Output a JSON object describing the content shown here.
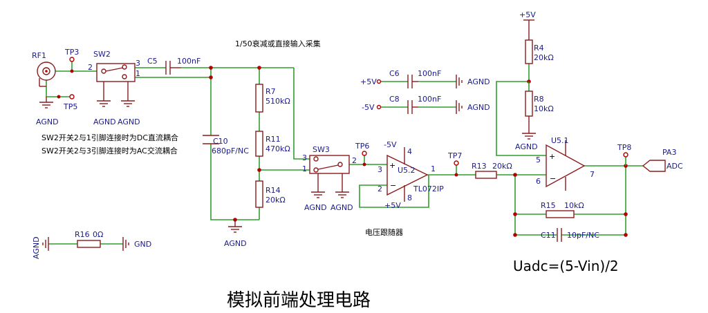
{
  "header_note": "1/50衰减或直接输入采集",
  "title": "模拟前端处理电路",
  "formula": "Uadc=(5-Vin)/2",
  "notes": {
    "dc": "SW2开关2与1引脚连接时为DC直流耦合",
    "ac": "SW2开关2与3引脚连接时为AC交流耦合",
    "follower": "电压跟随器"
  },
  "nets": {
    "agnd": "AGND",
    "gnd": "GND",
    "vplus": "+5V",
    "vminus": "-5V",
    "adc": "ADC"
  },
  "components": {
    "rf1": "RF1",
    "tp3": "TP3",
    "tp5": "TP5",
    "tp6": "TP6",
    "tp7": "TP7",
    "tp8": "TP8",
    "sw2": "SW2",
    "sw3": "SW3",
    "c5": "C5",
    "c5_val": "100nF",
    "c6": "C6",
    "c6_val": "100nF",
    "c8": "C8",
    "c8_val": "100nF",
    "c10": "C10",
    "c10_val": "680pF/NC",
    "c11": "C11",
    "c11_val": "10pF/NC",
    "r7": "R7",
    "r7_val": "510kΩ",
    "r11": "R11",
    "r11_val": "470kΩ",
    "r14": "R14",
    "r14_val": "20kΩ",
    "r4": "R4",
    "r4_val": "20kΩ",
    "r8": "R8",
    "r8_val": "10kΩ",
    "r13": "R13",
    "r13_val": "20kΩ",
    "r15": "R15",
    "r15_val": "10kΩ",
    "r16": "R16",
    "r16_val": "0Ω",
    "u52": "U5.2",
    "u52_part": "TL072IP",
    "u51": "U5.1",
    "pa3": "PA3"
  },
  "pins": {
    "sw2_1": "1",
    "sw2_2": "2",
    "sw2_3": "3",
    "sw3_1": "1",
    "sw3_2": "2",
    "sw3_3": "3",
    "u52_3": "3",
    "u52_2": "2",
    "u52_1": "1",
    "u52_4": "4",
    "u52_8": "8",
    "u51_5": "5",
    "u51_6": "6",
    "u51_7": "7"
  },
  "colors": {
    "wire": "#2e9e2e",
    "part": "#8b1a1a",
    "label": "#1a1a8c",
    "junction": "#b00000"
  }
}
